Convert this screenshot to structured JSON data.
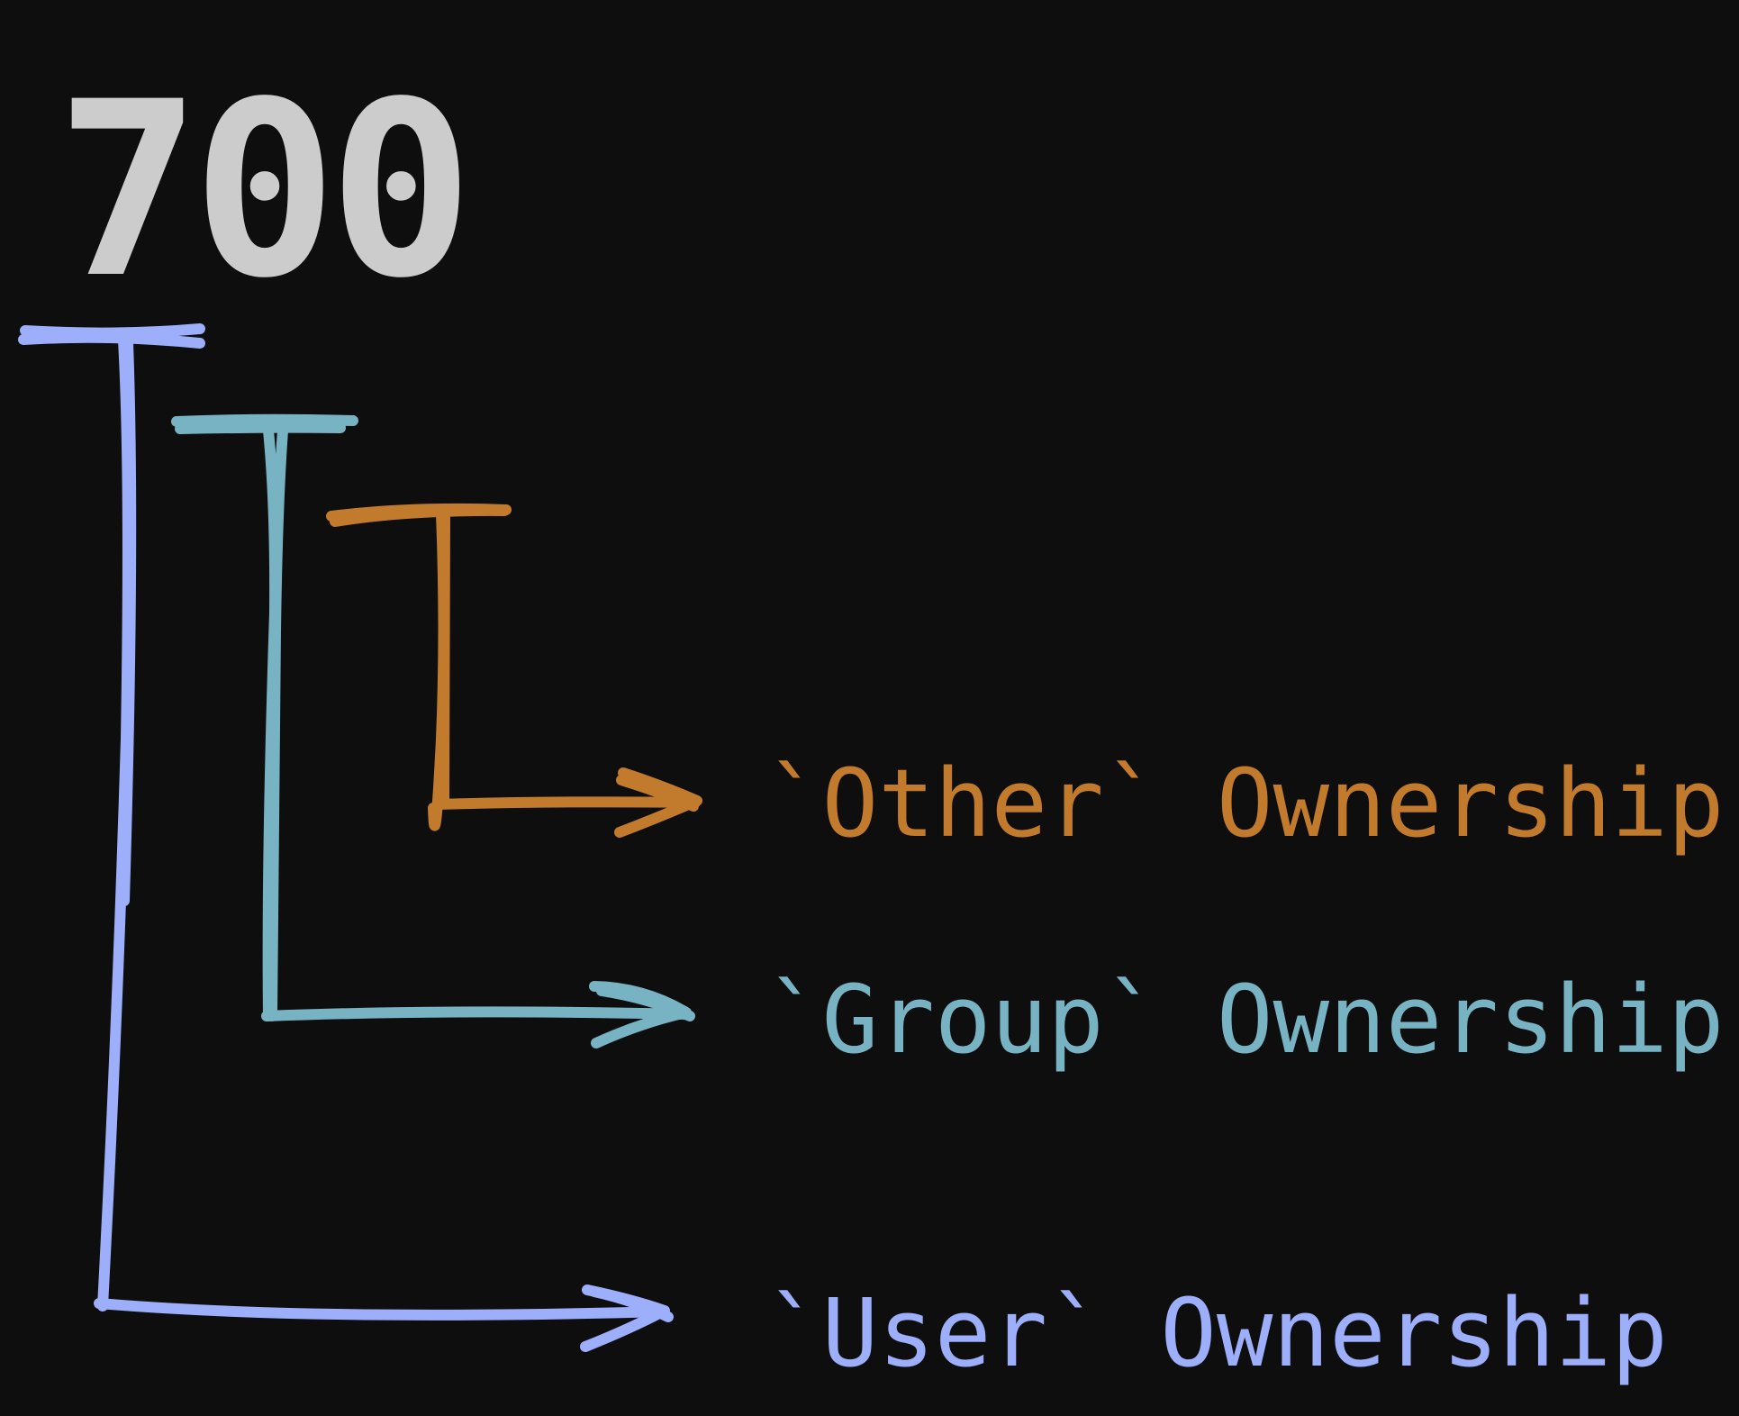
{
  "mode": "700",
  "labels": {
    "other": "`Other` Ownership",
    "group": "`Group` Ownership",
    "user": "`User` Ownership"
  },
  "colors": {
    "background": "#0e0e0e",
    "mode": "#cccccc",
    "user": "#9daefa",
    "group": "#78b3c4",
    "other": "#c27b2c"
  }
}
